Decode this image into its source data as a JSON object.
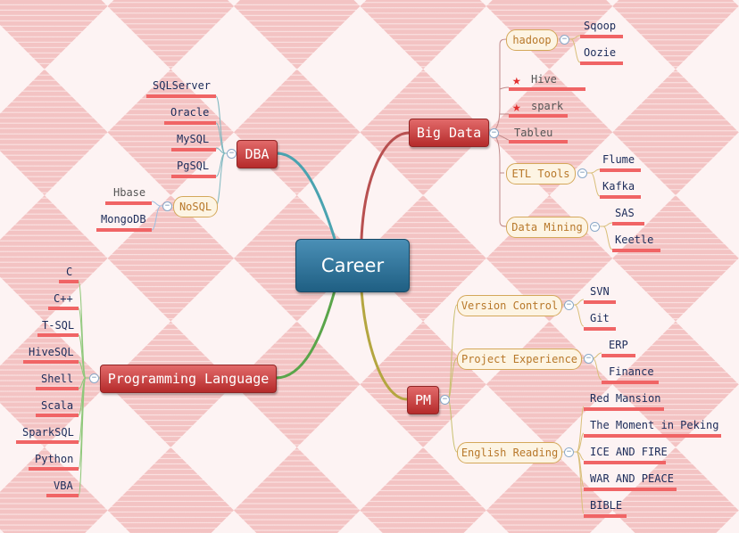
{
  "center": "Career",
  "branches": {
    "big_data": {
      "label": "Big Data",
      "hadoop": {
        "label": "hadoop",
        "children": [
          "Sqoop",
          "Oozie"
        ]
      },
      "hive": "Hive",
      "spark": "spark",
      "tableu": "Tableu",
      "etl": {
        "label": "ETL Tools",
        "children": [
          "Flume",
          "Kafka"
        ]
      },
      "mining": {
        "label": "Data Mining",
        "children": [
          "SAS",
          "Keetle"
        ]
      }
    },
    "dba": {
      "label": "DBA",
      "children": [
        "SQLServer",
        "Oracle",
        "MySQL",
        "PgSQL"
      ],
      "nosql": {
        "label": "NoSQL",
        "children": [
          "Hbase",
          "MongoDB"
        ]
      }
    },
    "pl": {
      "label": "Programming Language",
      "children": [
        "C",
        "C++",
        "T-SQL",
        "HiveSQL",
        "Shell",
        "Scala",
        "SparkSQL",
        "Python",
        "VBA"
      ]
    },
    "pm": {
      "label": "PM",
      "vc": {
        "label": "Version Control",
        "children": [
          "SVN",
          "Git"
        ]
      },
      "pe": {
        "label": "Project Experience",
        "children": [
          "ERP",
          "Finance"
        ]
      },
      "er": {
        "label": "English Reading",
        "children": [
          "Red Mansion",
          "The Moment in Peking",
          "ICE AND FIRE",
          "WAR AND PEACE",
          "BIBLE"
        ]
      }
    }
  },
  "markers": {
    "star": "priority-star-icon"
  },
  "colors": {
    "central_topic": "#2d7197",
    "main_topic": "#c93a3a",
    "subtopic_fill": "#fdf4e3",
    "subtopic_text": "#b8782a",
    "underline": "#f06465",
    "link_big_data": "#b85050",
    "link_dba": "#4aa3b0",
    "link_pl": "#5aa54a",
    "link_pm": "#b4a640"
  }
}
